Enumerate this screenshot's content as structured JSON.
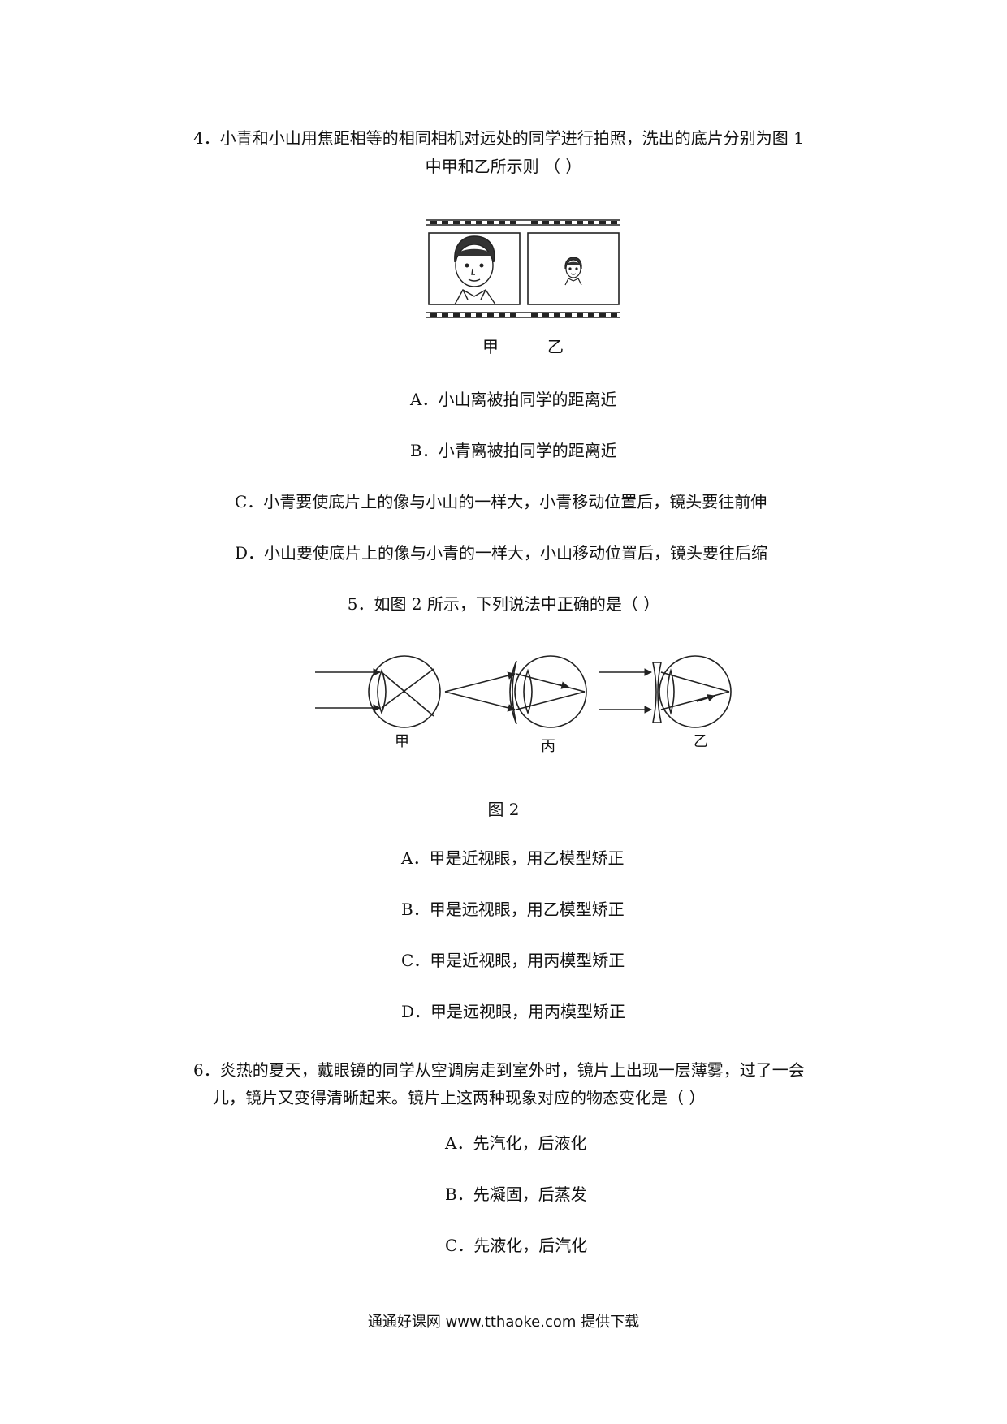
{
  "q4": {
    "stem_line1": "4．小青和小山用焦距相等的相同相机对远处的同学进行拍照，洗出的底片分别为图 1",
    "stem_line2": "中甲和乙所示则 （    ）",
    "fig_label_jia": "甲",
    "fig_label_yi": "乙",
    "options": [
      "A．小山离被拍同学的距离近",
      "B．小青离被拍同学的距离近",
      "C．小青要使底片上的像与小山的一样大，小青移动位置后，镜头要往前伸",
      "D．小山要使底片上的像与小青的一样大，小山移动位置后，镜头要往后缩"
    ]
  },
  "q5": {
    "stem": "5．如图 2 所示，下列说法中正确的是（    ）",
    "eye_labels": [
      "甲",
      "丙",
      "乙"
    ],
    "caption": "图 2",
    "options": [
      "A．甲是近视眼，用乙模型矫正",
      "B．甲是远视眼，用乙模型矫正",
      "C．甲是近视眼，用丙模型矫正",
      "D．甲是远视眼，用丙模型矫正"
    ]
  },
  "q6": {
    "stem_line1": "6．炎热的夏天，戴眼镜的同学从空调房走到室外时，镜片上出现一层薄雾，过了一会",
    "stem_line2": "儿，镜片又变得清晰起来。镜片上这两种现象对应的物态变化是（    ）",
    "options": [
      "A．先汽化，后液化",
      "B．先凝固，后蒸发",
      "C．先液化，后汽化"
    ]
  },
  "footer": {
    "text": "通通好课网  www.tthaoke.com  提供下载"
  }
}
